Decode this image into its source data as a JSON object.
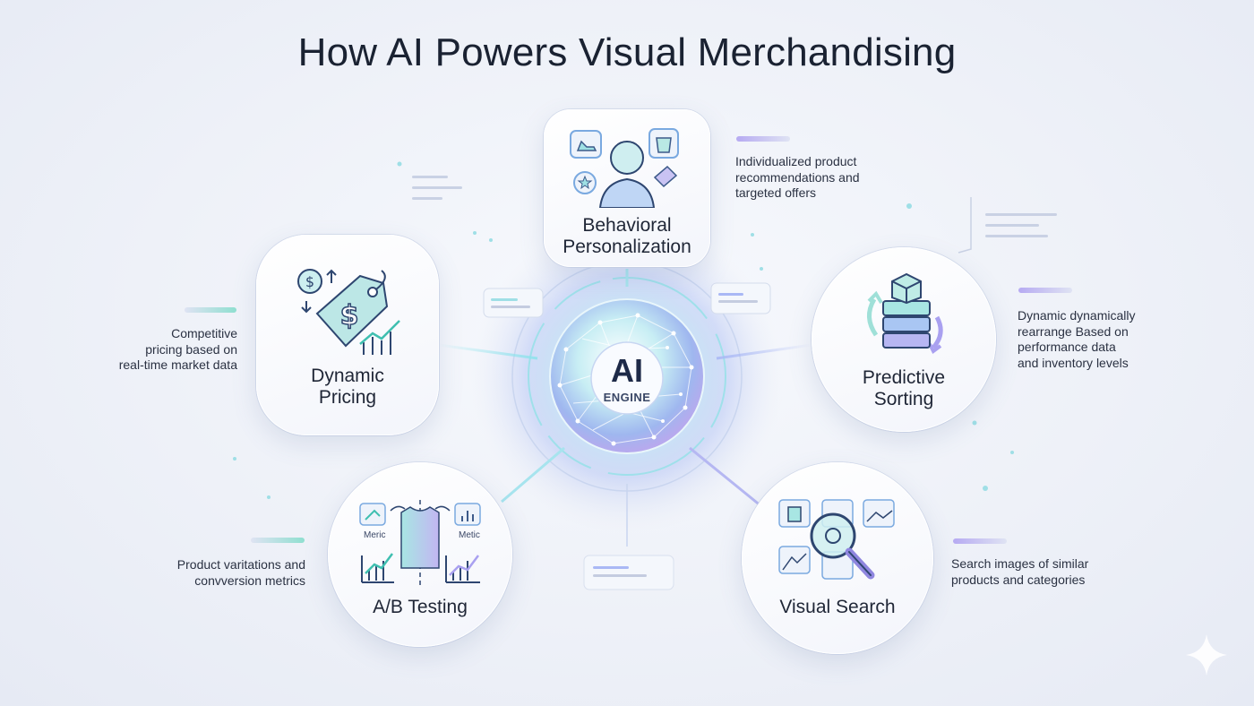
{
  "title": "How AI Powers Visual Merchandising",
  "center": {
    "main": "AI",
    "sub": "ENGINE"
  },
  "nodes": {
    "behavioral": {
      "label": "Behavioral\nPersonalization",
      "description": "Individualized product\nrecommendations and\ntargeted offers"
    },
    "pricing": {
      "label": "Dynamic\nPricing",
      "description": "Competitive\npricing based on\nreal-time market data"
    },
    "sorting": {
      "label": "Predictive\nSorting",
      "description": "Dynamic dynamically\nrearrange Based on\nperformance data\nand inventory levels"
    },
    "abtest": {
      "label": "A/B Testing",
      "description": "Product varitations and\nconvversion metrics",
      "metric_left": "Meric",
      "metric_right": "Metic"
    },
    "vsearch": {
      "label": "Visual Search",
      "description": "Search images of similar\nproducts and categories"
    }
  },
  "colors": {
    "accent_teal": "#6fd6c8",
    "accent_purple": "#a99cf0",
    "accent_blue": "#7fb2f5",
    "text_dark": "#1a2232"
  }
}
